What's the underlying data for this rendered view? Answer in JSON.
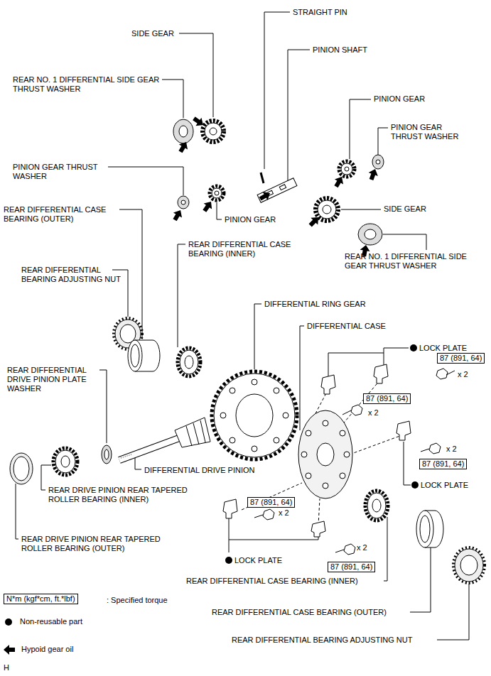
{
  "diagram": {
    "nodes": [
      {
        "text": [
          "87 (891, 64)"
        ]
      },
      {
        "text": [
          "87 (891, 64)"
        ]
      },
      {
        "text": [
          "87 (891, 64)"
        ]
      },
      {
        "text": [
          "87 (891, 64)"
        ]
      },
      {
        "text": [
          "87 (891, 64)"
        ]
      },
      {
        "text": [
          "N*m (kgf*cm, ft.*lbf)"
        ]
      }
    ],
    "labels": [
      "STRAIGHT PIN",
      "PINION SHAFT",
      "SIDE GEAR",
      "REAR NO. 1 DIFFERENTIAL SIDE GEAR THRUST WASHER",
      "PINION GEAR",
      "PINION GEAR THRUST WASHER",
      "PINION GEAR THRUST WASHER",
      "SIDE GEAR",
      "REAR DIFFERENTIAL CASE BEARING (OUTER)",
      "PINION GEAR",
      "REAR DIFFERENTIAL CASE BEARING (INNER)",
      "REAR NO. 1 DIFFERENTIAL SIDE GEAR THRUST WASHER",
      "REAR DIFFERENTIAL BEARING ADJUSTING NUT",
      "DIFFERENTIAL RING GEAR",
      "DIFFERENTIAL CASE",
      "LOCK PLATE",
      "x 2",
      "REAR DIFFERENTIAL DRIVE PINION PLATE WASHER",
      "x 2",
      "x 2",
      "DIFFERENTIAL DRIVE PINION",
      "LOCK PLATE",
      "REAR DRIVE PINION REAR TAPERED ROLLER BEARING (INNER)",
      "x 2",
      "REAR DRIVE PINION REAR TAPERED ROLLER BEARING (OUTER)",
      "x 2",
      "LOCK PLATE",
      "REAR DIFFERENTIAL CASE BEARING (INNER)",
      ": Specified torque",
      "REAR DIFFERENTIAL CASE BEARING (OUTER)",
      "REAR DIFFERENTIAL BEARING ADJUSTING NUT",
      "H"
    ],
    "legend": [
      {
        "text": "Non-reusable part"
      },
      {
        "text": "Hypoid gear oil"
      }
    ]
  }
}
